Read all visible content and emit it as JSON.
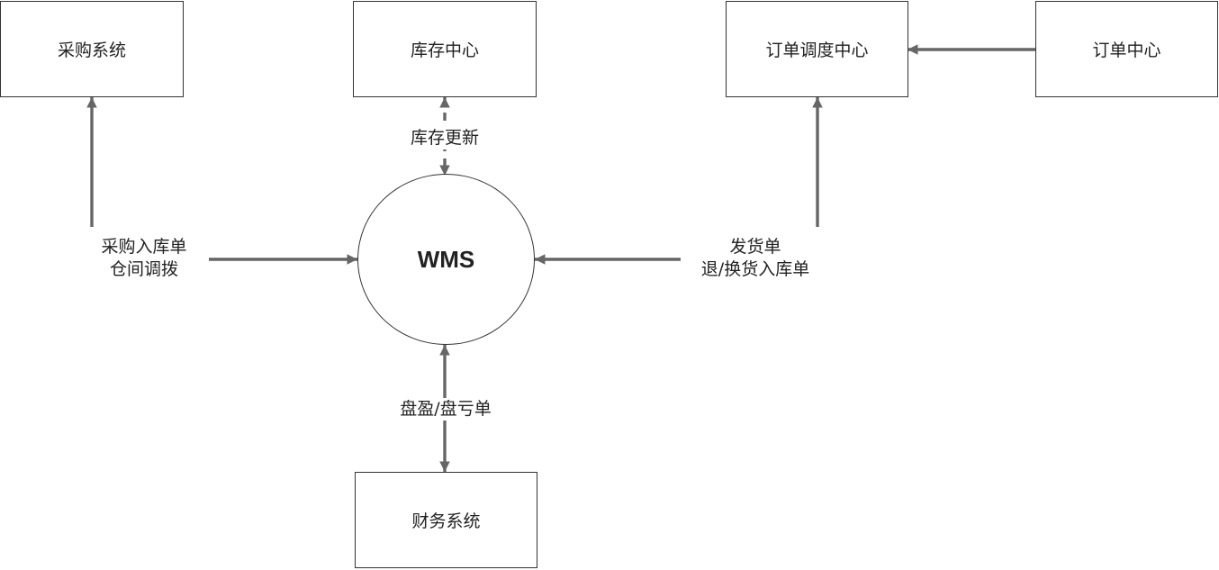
{
  "nodes": {
    "procurement": "采购系统",
    "inventory": "库存中心",
    "dispatch": "订单调度中心",
    "order_center": "订单中心",
    "wms": "WMS",
    "finance": "财务系统"
  },
  "edge_labels": {
    "inventory_update": "库存更新",
    "procurement_line1": "采购入库单",
    "procurement_line2": "仓间调拨",
    "dispatch_line1": "发货单",
    "dispatch_line2": "退/换货入库单",
    "finance": "盘盈/盘亏单"
  },
  "colors": {
    "line": "#666666",
    "border": "#333333",
    "text": "#222222"
  }
}
